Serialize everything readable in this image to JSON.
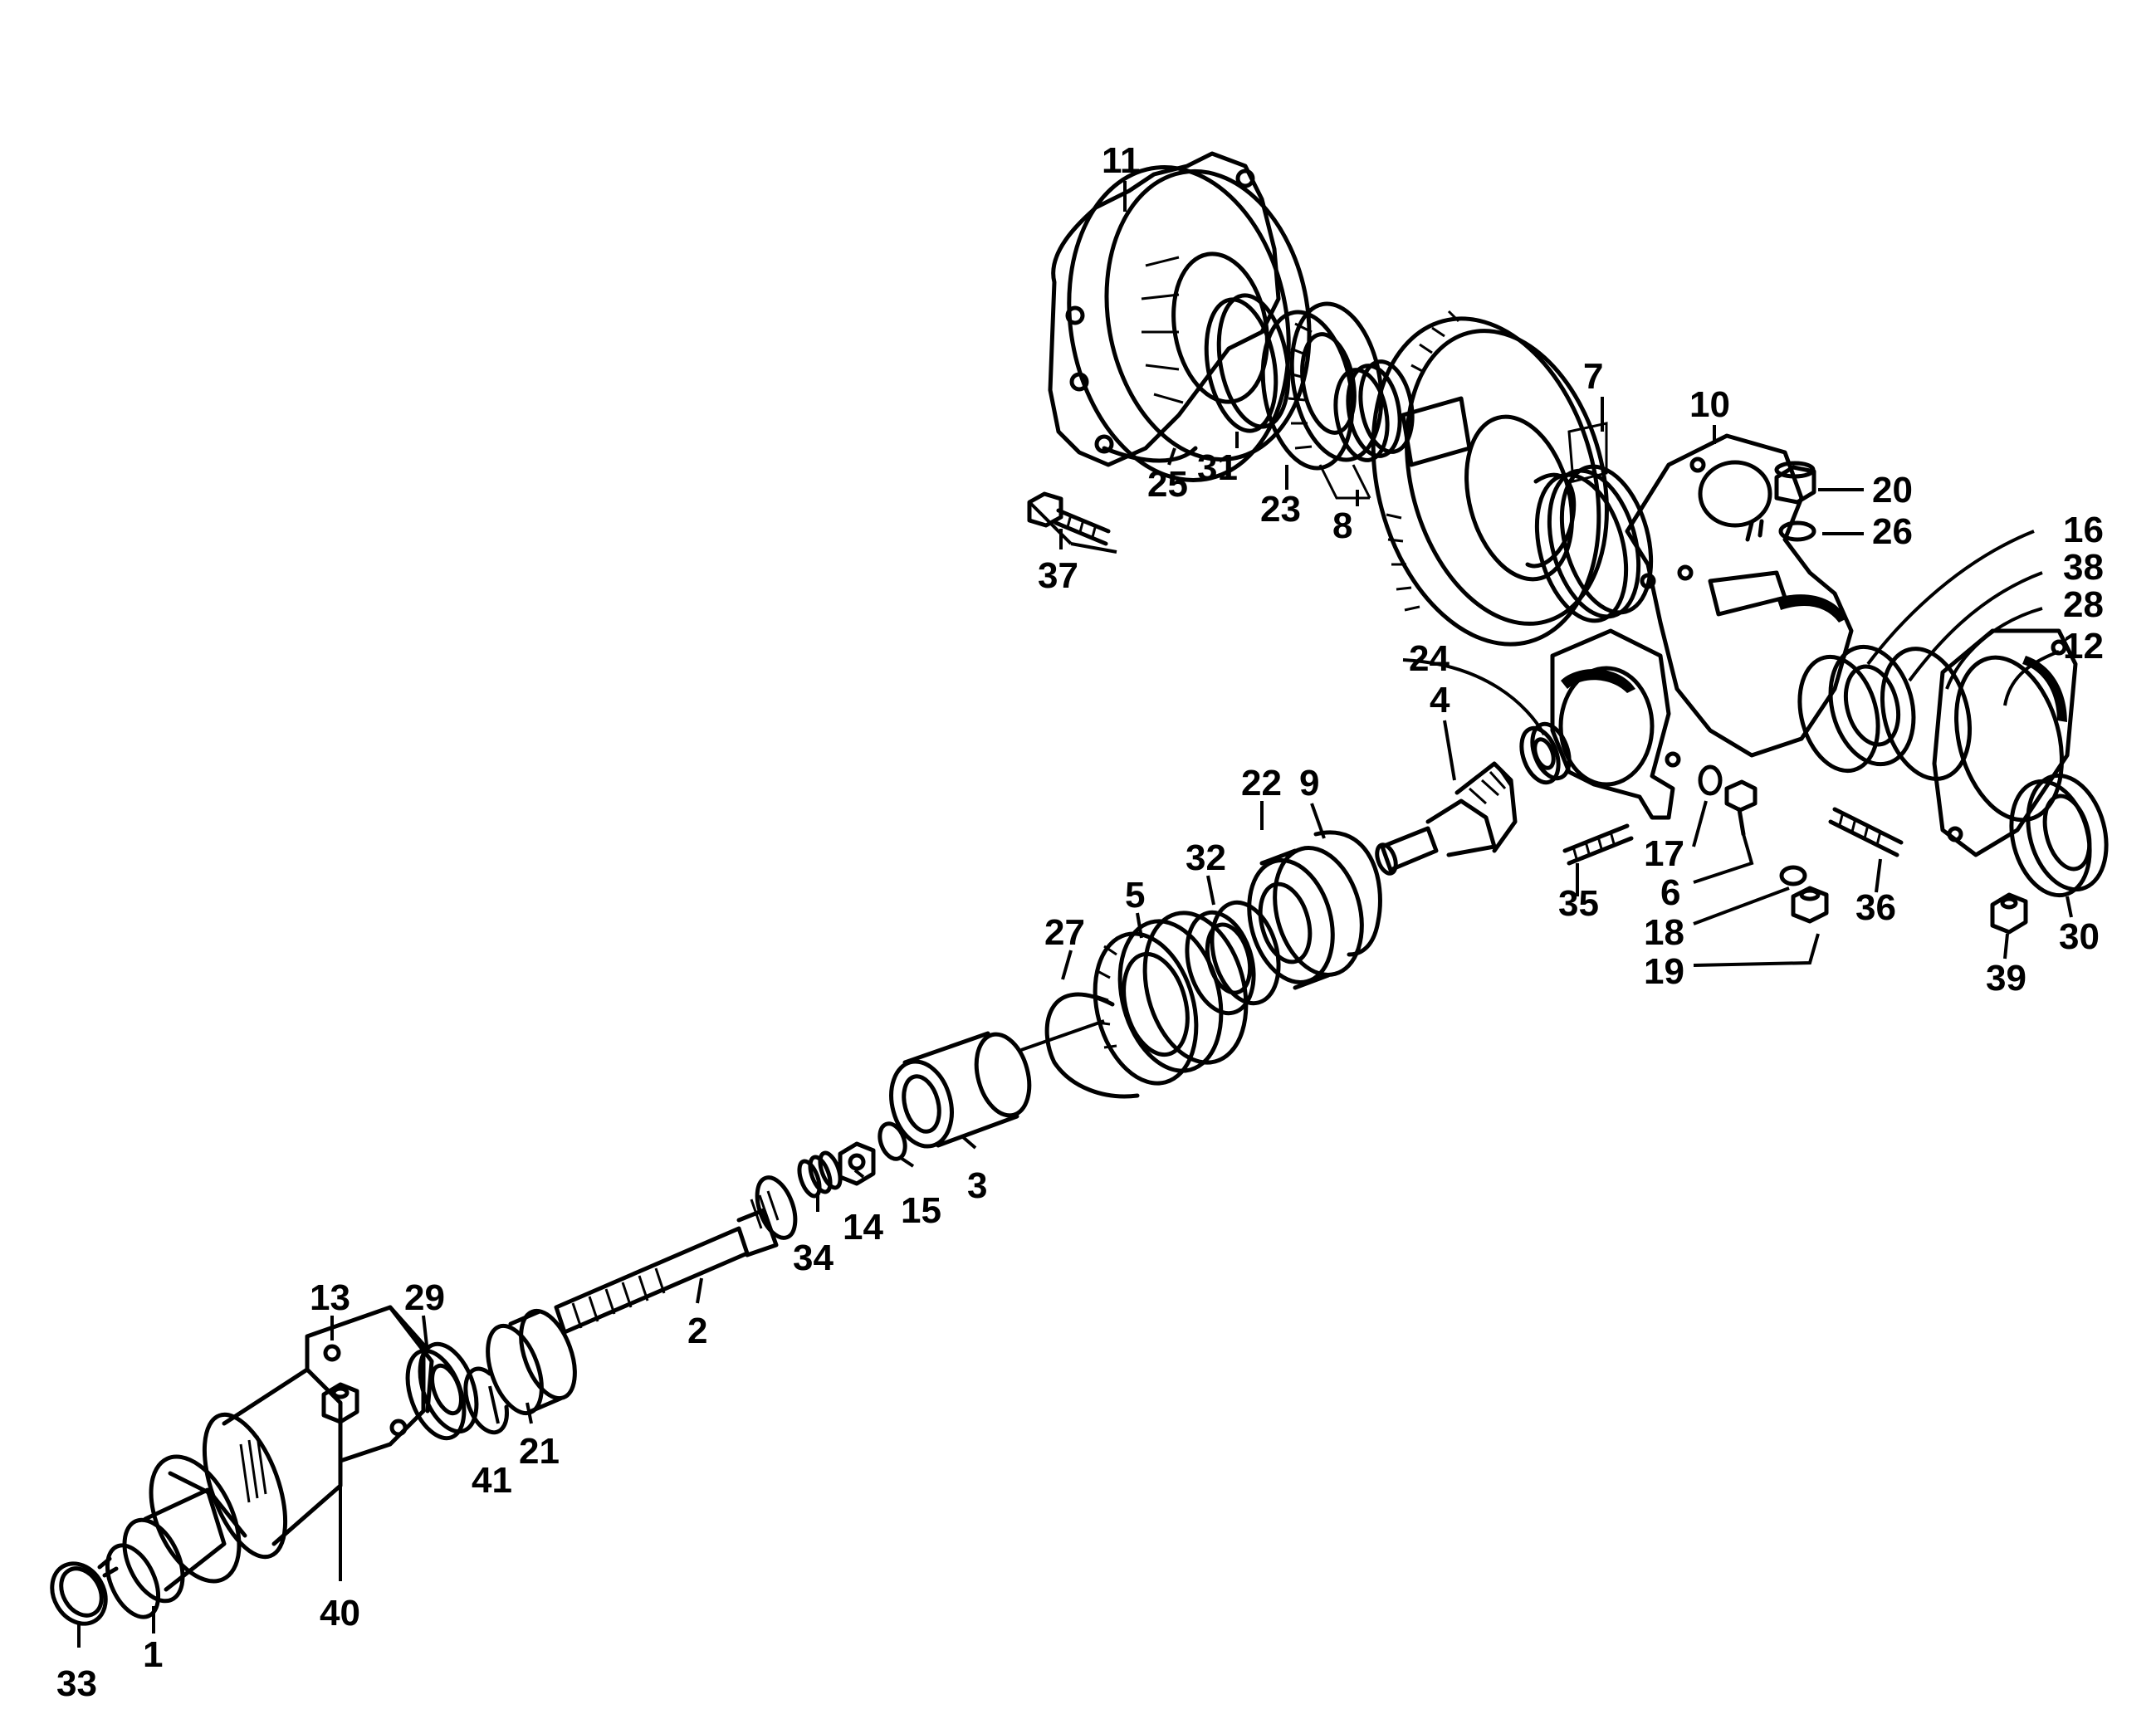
{
  "diagram": {
    "callouts": [
      {
        "id": "c1",
        "label": "1"
      },
      {
        "id": "c2",
        "label": "2"
      },
      {
        "id": "c3",
        "label": "3"
      },
      {
        "id": "c4",
        "label": "4"
      },
      {
        "id": "c5",
        "label": "5"
      },
      {
        "id": "c6",
        "label": "6"
      },
      {
        "id": "c7",
        "label": "7"
      },
      {
        "id": "c8",
        "label": "8"
      },
      {
        "id": "c9",
        "label": "9"
      },
      {
        "id": "c10",
        "label": "10"
      },
      {
        "id": "c11",
        "label": "11"
      },
      {
        "id": "c12",
        "label": "12"
      },
      {
        "id": "c13",
        "label": "13"
      },
      {
        "id": "c14",
        "label": "14"
      },
      {
        "id": "c15",
        "label": "15"
      },
      {
        "id": "c16",
        "label": "16"
      },
      {
        "id": "c17",
        "label": "17"
      },
      {
        "id": "c18",
        "label": "18"
      },
      {
        "id": "c19",
        "label": "19"
      },
      {
        "id": "c20",
        "label": "20"
      },
      {
        "id": "c21",
        "label": "21"
      },
      {
        "id": "c22",
        "label": "22"
      },
      {
        "id": "c23",
        "label": "23"
      },
      {
        "id": "c24",
        "label": "24"
      },
      {
        "id": "c25",
        "label": "25"
      },
      {
        "id": "c26",
        "label": "26"
      },
      {
        "id": "c27",
        "label": "27"
      },
      {
        "id": "c28",
        "label": "28"
      },
      {
        "id": "c29",
        "label": "29"
      },
      {
        "id": "c30",
        "label": "30"
      },
      {
        "id": "c31",
        "label": "31"
      },
      {
        "id": "c32",
        "label": "32"
      },
      {
        "id": "c33",
        "label": "33"
      },
      {
        "id": "c34",
        "label": "34"
      },
      {
        "id": "c35",
        "label": "35"
      },
      {
        "id": "c36",
        "label": "36"
      },
      {
        "id": "c37",
        "label": "37"
      },
      {
        "id": "c38",
        "label": "38"
      },
      {
        "id": "c39",
        "label": "39"
      },
      {
        "id": "c40",
        "label": "40"
      },
      {
        "id": "c41",
        "label": "41"
      }
    ]
  }
}
